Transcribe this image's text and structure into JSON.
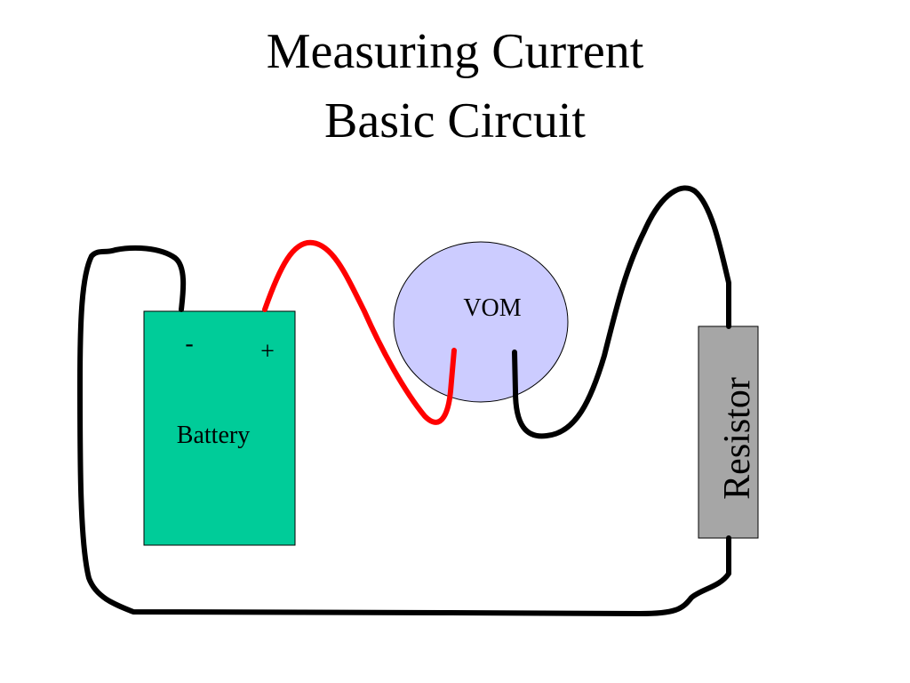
{
  "title": {
    "line1": "Measuring Current",
    "line2": "Basic Circuit"
  },
  "battery": {
    "label": "Battery",
    "negative_terminal": "-",
    "positive_terminal": "+",
    "color": "#00cc99"
  },
  "meter": {
    "label": "VOM",
    "color": "#ccccff"
  },
  "resistor": {
    "label": "Resistor",
    "color": "#a6a6a6"
  },
  "wires": {
    "positive_color": "#ff0000",
    "return_color": "#000000"
  }
}
